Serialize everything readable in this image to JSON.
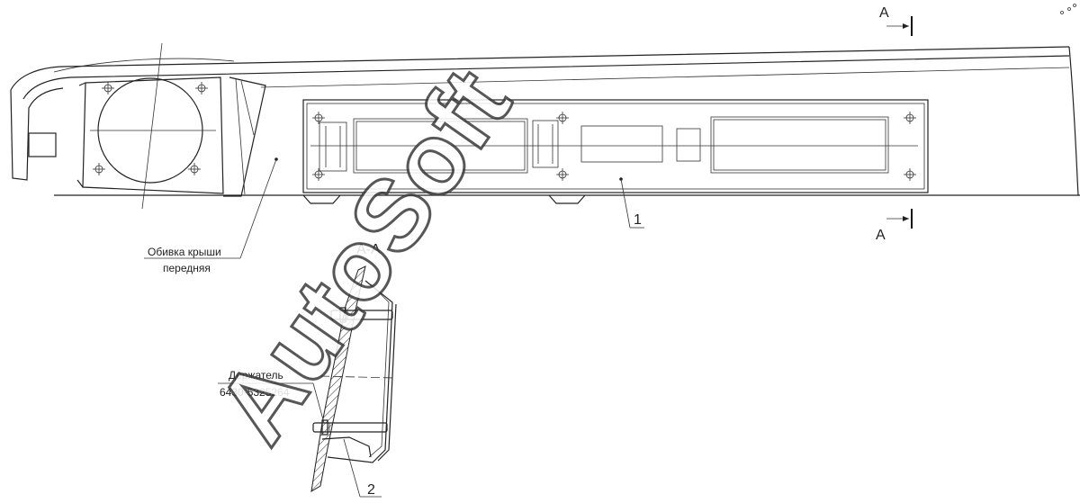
{
  "section_marks": {
    "top_label": "A",
    "bottom_label": "A"
  },
  "section_view": {
    "title": "А-А"
  },
  "callouts": {
    "roof_trim": {
      "line1": "Обивка крыши",
      "line2": "передняя"
    },
    "holder": {
      "line1": "Держатель",
      "line2": "6430-5325264"
    },
    "item_1": "1",
    "item_2": "2"
  },
  "watermark": {
    "text": "AutoSoft"
  }
}
